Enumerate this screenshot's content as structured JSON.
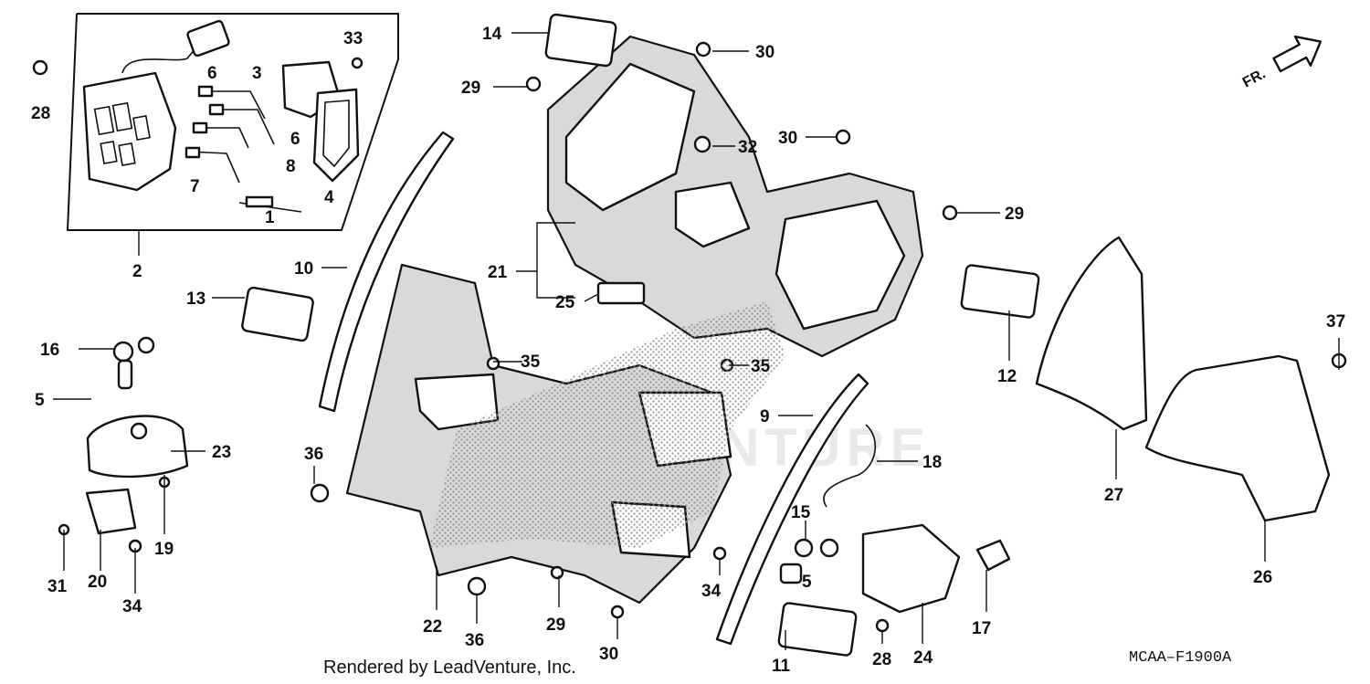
{
  "footer": {
    "credit": "Rendered by LeadVenture, Inc.",
    "diagram_code": "MCAA–F1900A"
  },
  "direction_indicator": {
    "label": "FR."
  },
  "watermark": {
    "text": "VENTURE"
  },
  "callouts": [
    {
      "id": "c1",
      "label": "1"
    },
    {
      "id": "c2",
      "label": "2"
    },
    {
      "id": "c3",
      "label": "3"
    },
    {
      "id": "c4",
      "label": "4"
    },
    {
      "id": "c5a",
      "label": "5"
    },
    {
      "id": "c5b",
      "label": "5"
    },
    {
      "id": "c6a",
      "label": "6"
    },
    {
      "id": "c6b",
      "label": "6"
    },
    {
      "id": "c7",
      "label": "7"
    },
    {
      "id": "c8",
      "label": "8"
    },
    {
      "id": "c9",
      "label": "9"
    },
    {
      "id": "c10",
      "label": "10"
    },
    {
      "id": "c11",
      "label": "11"
    },
    {
      "id": "c12",
      "label": "12"
    },
    {
      "id": "c13",
      "label": "13"
    },
    {
      "id": "c14",
      "label": "14"
    },
    {
      "id": "c15",
      "label": "15"
    },
    {
      "id": "c16",
      "label": "16"
    },
    {
      "id": "c17",
      "label": "17"
    },
    {
      "id": "c18",
      "label": "18"
    },
    {
      "id": "c19",
      "label": "19"
    },
    {
      "id": "c20",
      "label": "20"
    },
    {
      "id": "c21",
      "label": "21"
    },
    {
      "id": "c22",
      "label": "22"
    },
    {
      "id": "c23",
      "label": "23"
    },
    {
      "id": "c24",
      "label": "24"
    },
    {
      "id": "c25",
      "label": "25"
    },
    {
      "id": "c26",
      "label": "26"
    },
    {
      "id": "c27",
      "label": "27"
    },
    {
      "id": "c28a",
      "label": "28"
    },
    {
      "id": "c28b",
      "label": "28"
    },
    {
      "id": "c29a",
      "label": "29"
    },
    {
      "id": "c29b",
      "label": "29"
    },
    {
      "id": "c29c",
      "label": "29"
    },
    {
      "id": "c30a",
      "label": "30"
    },
    {
      "id": "c30b",
      "label": "30"
    },
    {
      "id": "c30c",
      "label": "30"
    },
    {
      "id": "c31",
      "label": "31"
    },
    {
      "id": "c32",
      "label": "32"
    },
    {
      "id": "c33",
      "label": "33"
    },
    {
      "id": "c34a",
      "label": "34"
    },
    {
      "id": "c34b",
      "label": "34"
    },
    {
      "id": "c35a",
      "label": "35"
    },
    {
      "id": "c35b",
      "label": "35"
    },
    {
      "id": "c36a",
      "label": "36"
    },
    {
      "id": "c36b",
      "label": "36"
    },
    {
      "id": "c37",
      "label": "37"
    }
  ]
}
